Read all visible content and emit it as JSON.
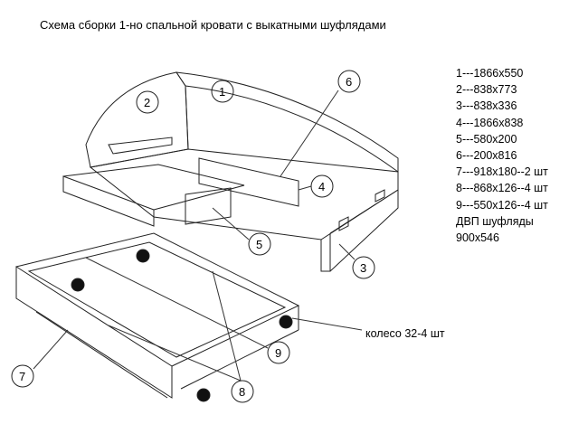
{
  "title": "Схема сборки 1-но спальной кровати с выкатными шуфлядами",
  "specs": [
    "1---1866x550",
    "2---838x773",
    "3---838x336",
    "4---1866x838",
    "5---580x200",
    "6---200x816",
    "7---918x180--2 шт",
    "8---868x126--4 шт",
    "9---550x126--4 шт",
    "ДВП шуфляды",
    "900x546"
  ],
  "wheel_label": "колесо 32-4 шт",
  "callouts": [
    "1",
    "2",
    "3",
    "4",
    "5",
    "6",
    "7",
    "8",
    "9"
  ]
}
